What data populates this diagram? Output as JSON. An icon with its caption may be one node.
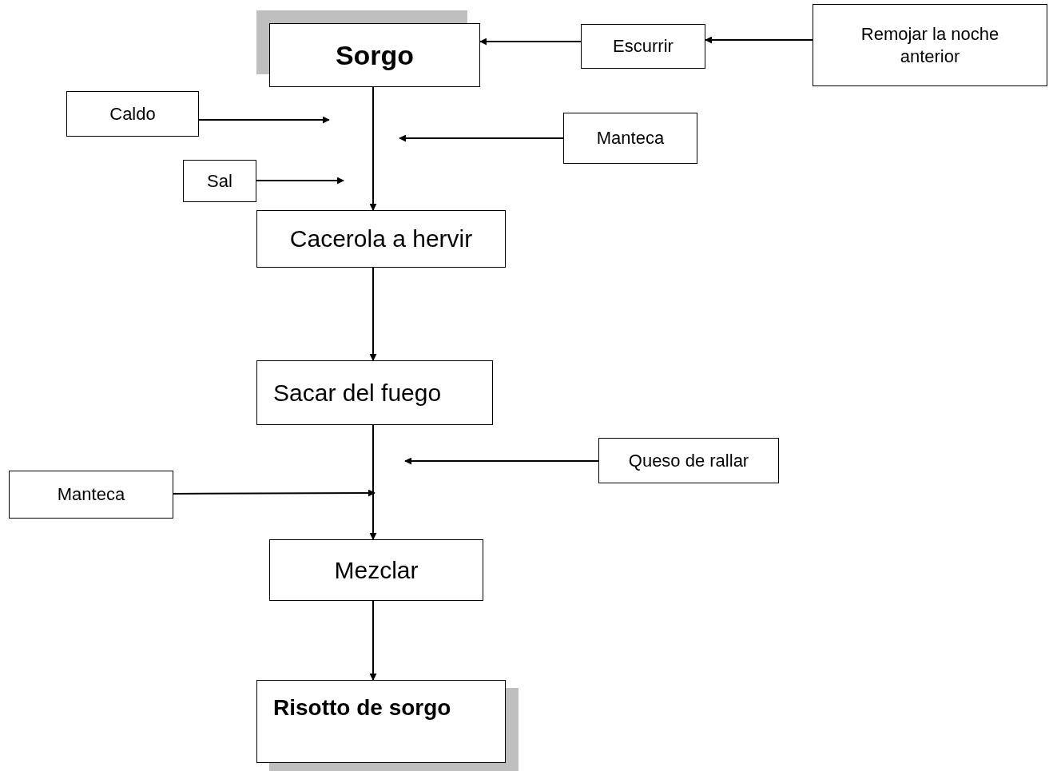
{
  "diagram": {
    "nodes": [
      {
        "text": [
          "Sorgo"
        ]
      },
      {
        "text": [
          "Escurrir"
        ]
      },
      {
        "text": [
          "Remojar la noche anterior"
        ]
      },
      {
        "text": [
          "Caldo"
        ]
      },
      {
        "text": [
          "Manteca"
        ]
      },
      {
        "text": [
          "Sal"
        ]
      },
      {
        "text": [
          "Cacerola a hervir"
        ]
      },
      {
        "text": [
          "Sacar del fuego"
        ]
      },
      {
        "text": [
          "Queso de rallar"
        ]
      },
      {
        "text": [
          "Manteca"
        ]
      },
      {
        "text": [
          "Mezclar"
        ]
      },
      {
        "text": [
          "Risotto de sorgo"
        ]
      }
    ],
    "edges": [
      {
        "from": 2,
        "to": 1,
        "arrow": "to"
      },
      {
        "from": 1,
        "to": 0,
        "arrow": "to"
      },
      {
        "from": 0,
        "to": 6,
        "arrow": "to"
      },
      {
        "from": 3,
        "to": null,
        "arrow": "to"
      },
      {
        "from": 4,
        "to": null,
        "arrow": "to"
      },
      {
        "from": 5,
        "to": null,
        "arrow": "to"
      },
      {
        "from": 6,
        "to": 7,
        "arrow": "to"
      },
      {
        "from": 7,
        "to": 10,
        "arrow": "to"
      },
      {
        "from": 8,
        "to": null,
        "arrow": "to"
      },
      {
        "from": 9,
        "to": null,
        "arrow": "to"
      },
      {
        "from": 10,
        "to": 11,
        "arrow": "to"
      }
    ]
  }
}
